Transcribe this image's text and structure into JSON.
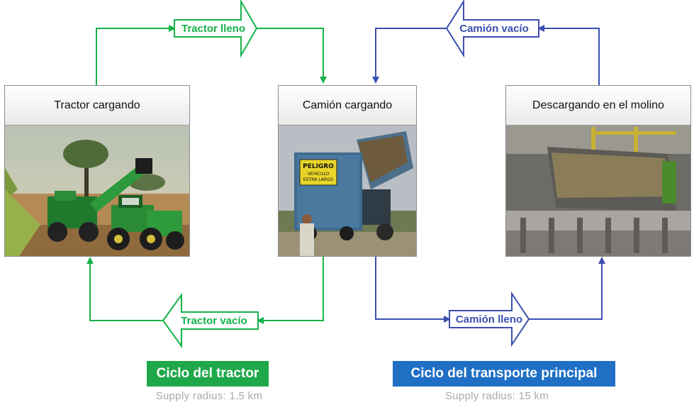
{
  "diagram": {
    "colors": {
      "tractor": "#17b24a",
      "truck": "#3b4fb0",
      "tractor_badge": "#1fa84a",
      "truck_badge": "#1f6fc4",
      "subtitle": "#a9a9a9"
    },
    "stages": {
      "tractor_loading": {
        "title": "Tractor cargando",
        "photo": "sugarcane-harvester-photo"
      },
      "truck_loading": {
        "title": "Camión cargando",
        "photo": "truck-loading-photo",
        "sign_line1": "PELIGRO",
        "sign_line2": "VEHÍCULO",
        "sign_line3": "EXTRA LARGO"
      },
      "mill_unloading": {
        "title": "Descargando en el molino",
        "photo": "mill-unloading-photo"
      }
    },
    "arrows": {
      "tractor_full": "Tractor lleno",
      "tractor_empty": "Tractor vacío",
      "truck_empty": "Camión vacío",
      "truck_full": "Camión lleno"
    },
    "cycles": {
      "tractor": {
        "label": "Ciclo del tractor",
        "radius": "Supply radius: 1,5 km"
      },
      "transport": {
        "label": "Ciclo del transporte principal",
        "radius": "Supply radius: 15 km"
      }
    }
  }
}
